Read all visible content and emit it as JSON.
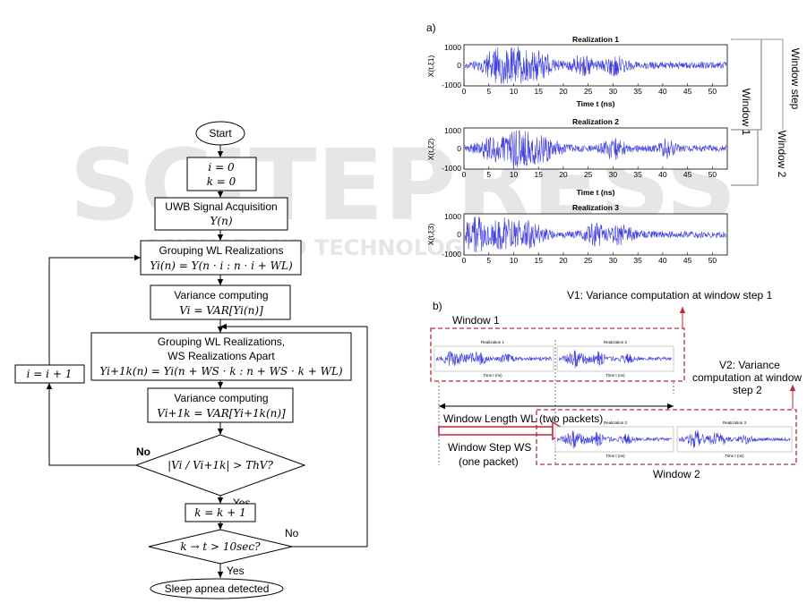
{
  "watermark": {
    "main": "SCITEPRESS",
    "sub": "SCIENCE AND TECHNOLOGY PUBLICATIONS"
  },
  "flowchart": {
    "start": "Start",
    "init_i": "i = 0",
    "init_k": "k = 0",
    "acq_title": "UWB Signal Acquisition",
    "acq_formula": "Y(n)",
    "group1_title": "Grouping WL Realizations",
    "group1_formula": "Yi(n) = Y(n · i : n · i + WL)",
    "var1_title": "Variance computing",
    "var1_formula": "Vi = VAR[Yi(n)]",
    "group2_title": "Grouping WL Realizations,",
    "group2_title2": "WS Realizations Apart",
    "group2_formula": "Yi+1k(n) = Yi(n + WS · k : n + WS · k + WL)",
    "var2_title": "Variance computing",
    "var2_formula": "Vi+1k = VAR[Yi+1k(n)]",
    "increment_i": "i = i + 1",
    "decision1": "|Vi / Vi+1k| > ThV?",
    "decision1_no": "No",
    "decision1_yes": "Yes",
    "increment_k": "k = k + 1",
    "decision2": "k → t > 10sec?",
    "decision2_no": "No",
    "decision2_yes": "Yes",
    "end": "Sleep apnea detected"
  },
  "panel_a": {
    "label": "a)",
    "xlabel": "Time t (ns)",
    "yticks": [
      "1000",
      "0",
      "-1000"
    ],
    "xticks": [
      "0",
      "5",
      "10",
      "15",
      "20",
      "25",
      "30",
      "35",
      "40",
      "45",
      "50"
    ],
    "signal_color": "#3f3fdd",
    "realizations": [
      {
        "title": "Realization 1",
        "ylabel": "X(t,ξ1)"
      },
      {
        "title": "Realization 2",
        "ylabel": "X(t,ξ2)"
      },
      {
        "title": "Realization 3",
        "ylabel": "X(t,ξ3)"
      }
    ],
    "window_step": "Window step",
    "window1": "Window 1",
    "window2": "Window 2"
  },
  "panel_b": {
    "label": "b)",
    "v1_note": "V1: Variance computation at window step 1",
    "v2_note_1": "V2: Variance",
    "v2_note_2": "computation at window",
    "v2_note_3": "step 2",
    "window1": "Window 1",
    "window2": "Window 2",
    "window_length": "Window Length WL (two packets)",
    "window_step_1": "Window Step WS",
    "window_step_2": "(one packet)",
    "strip1_titles": [
      "Realization 1",
      "Realization 2"
    ],
    "strip2_titles": [
      "Realization 2",
      "Realization 3"
    ],
    "strip_xlabel": "Time t (ns)",
    "accent_color": "#c0263a"
  }
}
